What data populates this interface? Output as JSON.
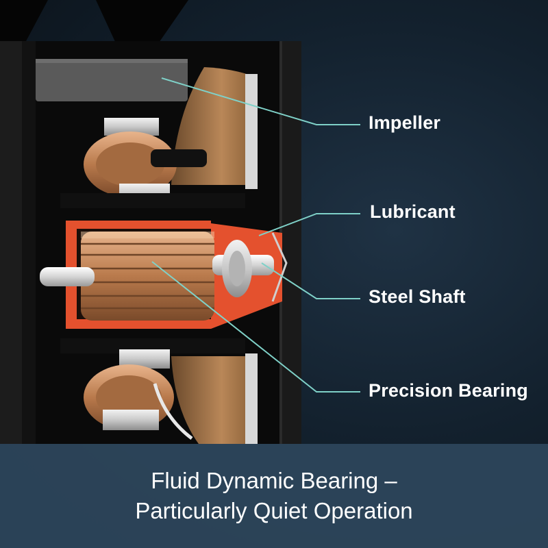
{
  "callouts": {
    "impeller": "Impeller",
    "lubricant": "Lubricant",
    "steel_shaft": "Steel Shaft",
    "precision_bearing": "Precision Bearing"
  },
  "caption": {
    "line1": "Fluid Dynamic Bearing –",
    "line2": "Particularly Quiet Operation"
  },
  "colors": {
    "leader_line": "#7fd1c8",
    "lubricant": "#e4512e",
    "copper": "#c98a5a",
    "caption_band": "#2e465c"
  }
}
